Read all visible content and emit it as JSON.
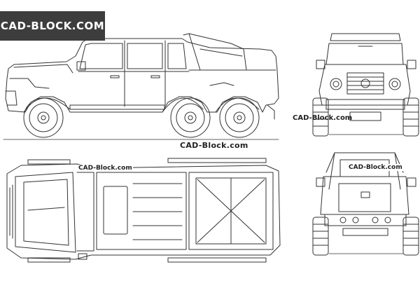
{
  "badge": {
    "text": "CAD-BLOCK.COM"
  },
  "watermarks": {
    "front_view": "CAD-Block.com",
    "center": "CAD-Block.com",
    "top_view": "CAD-Block.com",
    "rear_view": "CAD-Block.com"
  },
  "colors": {
    "line": "#333333",
    "background": "#ffffff",
    "badge_bg": "#3d3d3d",
    "badge_text": "#ffffff"
  },
  "views": [
    "side-view",
    "front-view",
    "top-view",
    "rear-view"
  ]
}
